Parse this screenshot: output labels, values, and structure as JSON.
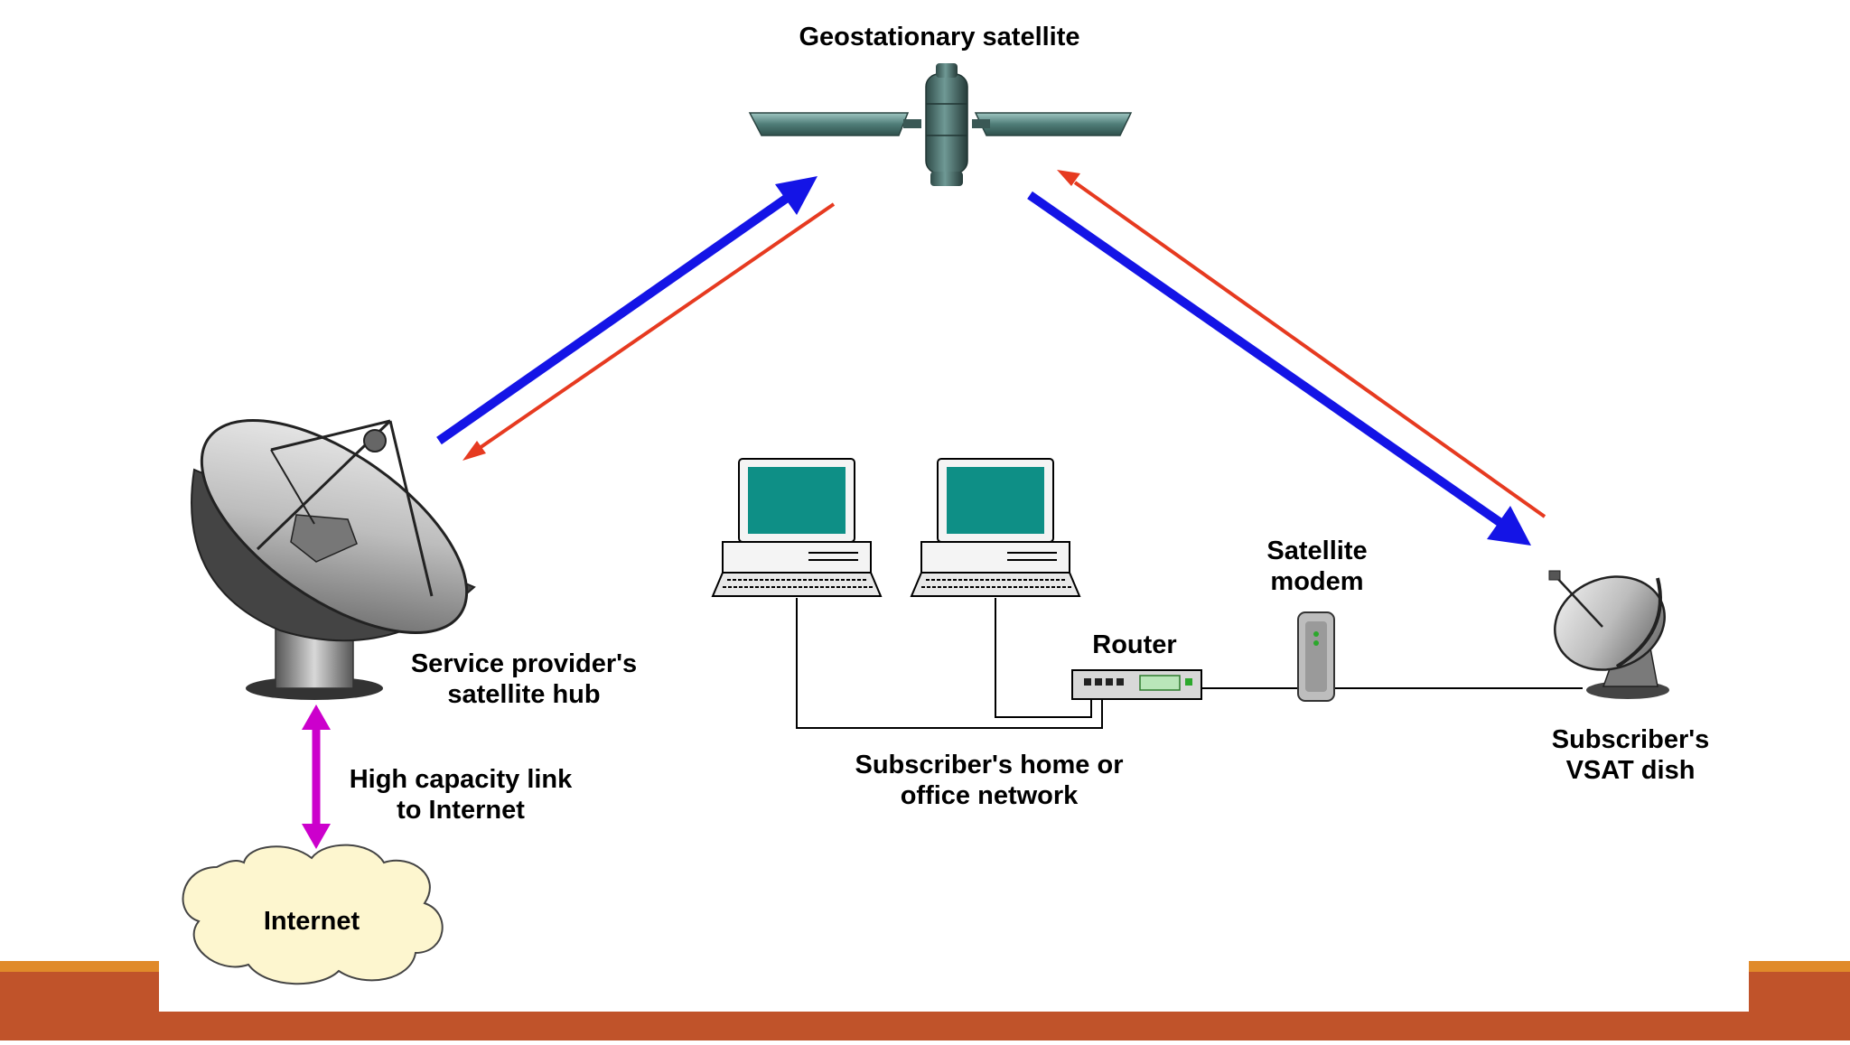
{
  "labels": {
    "satellite": "Geostationary satellite",
    "hub_line1": "Service provider's",
    "hub_line2": "satellite hub",
    "link_line1": "High capacity link",
    "link_line2": "to Internet",
    "internet": "Internet",
    "network_line1": "Subscriber's home or",
    "network_line2": "office network",
    "router": "Router",
    "modem_line1": "Satellite",
    "modem_line2": "modem",
    "vsat_line1": "Subscriber's",
    "vsat_line2": "VSAT dish"
  },
  "colors": {
    "uplink": "#1414e6",
    "downlink": "#e63a20",
    "internet_link": "#cc00cc",
    "screen": "#0e8f86",
    "slide_bar": "#c0532a",
    "slide_bar_accent": "#e08a2a"
  },
  "icons": [
    "satellite-icon",
    "hub-dish-icon",
    "vsat-dish-icon",
    "cloud-icon",
    "computer-icon",
    "router-icon",
    "modem-icon"
  ]
}
